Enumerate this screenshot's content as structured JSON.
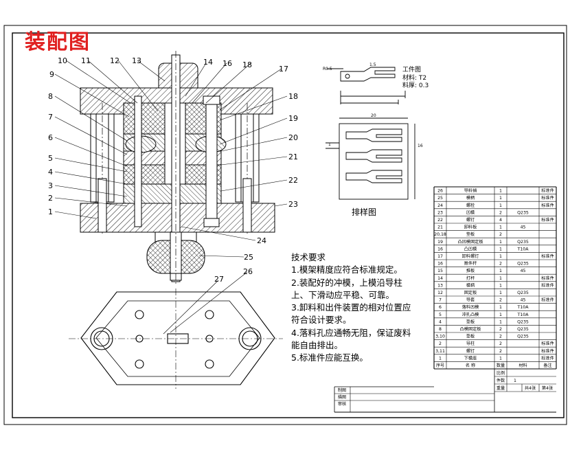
{
  "title": "装配图",
  "callouts": [
    "1",
    "2",
    "3",
    "4",
    "5",
    "6",
    "7",
    "8",
    "9",
    "10",
    "11",
    "12",
    "13",
    "14",
    "16",
    "18",
    "17",
    "18",
    "19",
    "20",
    "21",
    "22",
    "23",
    "24",
    "25",
    "26",
    "27"
  ],
  "layout_label": "排样图",
  "workpiece": {
    "title": "工件图",
    "material": "材料: T2",
    "thickness": "料厚: 0.3"
  },
  "requirements": {
    "heading": "技术要求",
    "items": [
      "1.模架精度应符合标准规定。",
      "2.装配好的冲模，上模沿导柱",
      "上、下滑动应平稳、可靠。",
      "3.卸料和出件装置的相对位置应",
      "符合设计要求。",
      "4.落料孔应通畅无阻，保证废料",
      "能自由排出。",
      "5.标准件应能互换。"
    ]
  },
  "bom": {
    "rows": [
      {
        "no": "26",
        "name": "导料销",
        "qty": "1",
        "mat": "",
        "note": "标准件"
      },
      {
        "no": "25",
        "name": "模柄",
        "qty": "1",
        "mat": "",
        "note": "标准件"
      },
      {
        "no": "24",
        "name": "螺栓",
        "qty": "1",
        "mat": "",
        "note": "标准件"
      },
      {
        "no": "23",
        "name": "凹模",
        "qty": "2",
        "mat": "Q235",
        "note": ""
      },
      {
        "no": "22",
        "name": "螺钉",
        "qty": "4",
        "mat": "",
        "note": "标准件"
      },
      {
        "no": "21",
        "name": "卸料板",
        "qty": "1",
        "mat": "45",
        "note": ""
      },
      {
        "no": "20,18",
        "name": "垫板",
        "qty": "2",
        "mat": "",
        "note": ""
      },
      {
        "no": "19",
        "name": "凸凹模固定板",
        "qty": "1",
        "mat": "Q235",
        "note": ""
      },
      {
        "no": "16",
        "name": "凸凹模",
        "qty": "1",
        "mat": "T10A",
        "note": ""
      },
      {
        "no": "17",
        "name": "卸料螺钉",
        "qty": "1",
        "mat": "",
        "note": "标准件"
      },
      {
        "no": "16",
        "name": "推件杆",
        "qty": "2",
        "mat": "Q235",
        "note": ""
      },
      {
        "no": "15",
        "name": "推板",
        "qty": "1",
        "mat": "45",
        "note": ""
      },
      {
        "no": "14",
        "name": "打杆",
        "qty": "1",
        "mat": "",
        "note": "标准件"
      },
      {
        "no": "13",
        "name": "模柄",
        "qty": "1",
        "mat": "",
        "note": "标准件"
      },
      {
        "no": "12",
        "name": "固定板",
        "qty": "1",
        "mat": "Q235",
        "note": ""
      },
      {
        "no": "7",
        "name": "导套",
        "qty": "2",
        "mat": "45",
        "note": "标准件"
      },
      {
        "no": "6",
        "name": "落料凹模",
        "qty": "1",
        "mat": "T10A",
        "note": ""
      },
      {
        "no": "5",
        "name": "冲孔凸模",
        "qty": "1",
        "mat": "T10A",
        "note": ""
      },
      {
        "no": "4",
        "name": "垫板",
        "qty": "1",
        "mat": "Q235",
        "note": ""
      },
      {
        "no": "8",
        "name": "凸模固定板",
        "qty": "2",
        "mat": "Q235",
        "note": ""
      },
      {
        "no": "3,10",
        "name": "垫板",
        "qty": "2",
        "mat": "Q235",
        "note": ""
      },
      {
        "no": "2",
        "name": "导柱",
        "qty": "2",
        "mat": "",
        "note": "标准件"
      },
      {
        "no": "3,11",
        "name": "螺钉",
        "qty": "2",
        "mat": "",
        "note": "标准件"
      },
      {
        "no": "1",
        "name": "下模座",
        "qty": "1",
        "mat": "",
        "note": "标准件"
      }
    ],
    "header": {
      "no": "序号",
      "name": "名  称",
      "qty": "数量",
      "mat": "材料",
      "note": "备注"
    },
    "scale_label": "比例",
    "count_label": "件数",
    "count_value": "1",
    "weight_label": "重量",
    "sheets_label": "共4张",
    "sheet_no_label": "第4张",
    "design_label": "制图",
    "draw_label": "描图",
    "check_label": "审核"
  }
}
